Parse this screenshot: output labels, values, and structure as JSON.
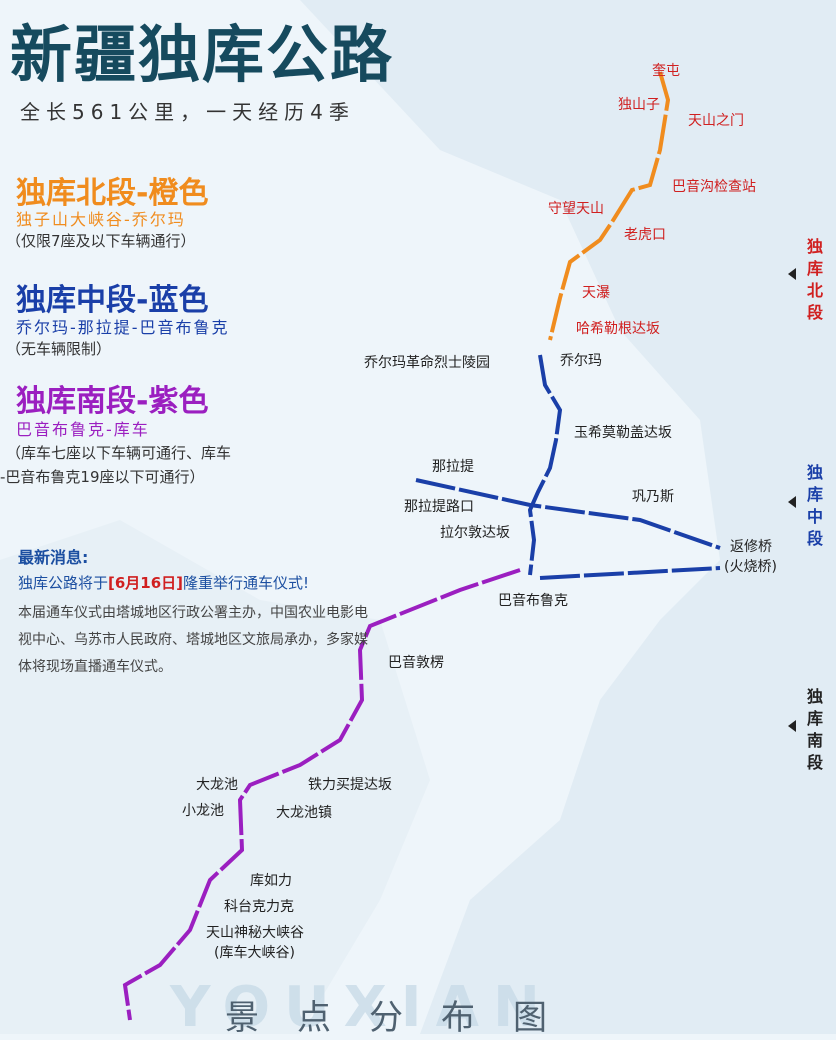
{
  "title": "新疆独库公路",
  "subtitle": "全长561公里，一天经历4季",
  "sections": [
    {
      "heading": "独库北段-橙色",
      "route": "独子山大峡谷-乔尔玛",
      "note": "（仅限7座及以下车辆通行）",
      "color": "#f08c1e"
    },
    {
      "heading": "独库中段-蓝色",
      "route": "乔尔玛-那拉提-巴音布鲁克",
      "note": "（无车辆限制）",
      "color": "#1a3fa8"
    },
    {
      "heading": "独库南段-紫色",
      "route": "巴音布鲁克-库车",
      "note_line1": "（库车七座以下车辆可通行、库车",
      "note_line2": "-巴音布鲁克19座以下可通行）",
      "color": "#9b1fc0"
    }
  ],
  "news": {
    "heading": "最新消息:",
    "hl_pre": "独库公路将于",
    "hl_date": "[6月16日]",
    "hl_post": "隆重举行通车仪式!",
    "body": "本届通车仪式由塔城地区行政公署主办，中国农业电影电视中心、乌苏市人民政府、塔城地区文旅局承办，多家媒体将现场直播通车仪式。"
  },
  "side_labels": {
    "north": "独库北段",
    "middle": "独库中段",
    "south": "独库南段"
  },
  "places": {
    "kuitun": "奎屯",
    "dushanzi": "独山子",
    "tianshan_gate": "天山之门",
    "bayingou": "巴音沟检查站",
    "shouwang": "守望天山",
    "laohukou": "老虎口",
    "tianpu": "天瀑",
    "haxilegen": "哈希勒根达坂",
    "qiaoerma": "乔尔玛",
    "cemetery": "乔尔玛革命烈士陵园",
    "yuximolegai": "玉希莫勒盖达坂",
    "nalati": "那拉提",
    "nalati_junction": "那拉提路口",
    "gongnaisi": "巩乃斯",
    "laerdun": "拉尔敦达坂",
    "fanxiuqiao": "返修桥",
    "huoshaoqiao": "(火烧桥)",
    "bayinbuluke": "巴音布鲁克",
    "bayinsalou": "巴音敦楞",
    "dalongchi": "大龙池",
    "tielimaiti": "铁力买提达坂",
    "xiaolongchi": "小龙池",
    "dalongchi_town": "大龙池镇",
    "kuruli": "库如力",
    "ketaikelike": "科台克力克",
    "canyon": "天山神秘大峡谷",
    "canyon_alt": "(库车大峡谷)"
  },
  "footer": "景点分布图",
  "watermark": "YOUXIAN"
}
